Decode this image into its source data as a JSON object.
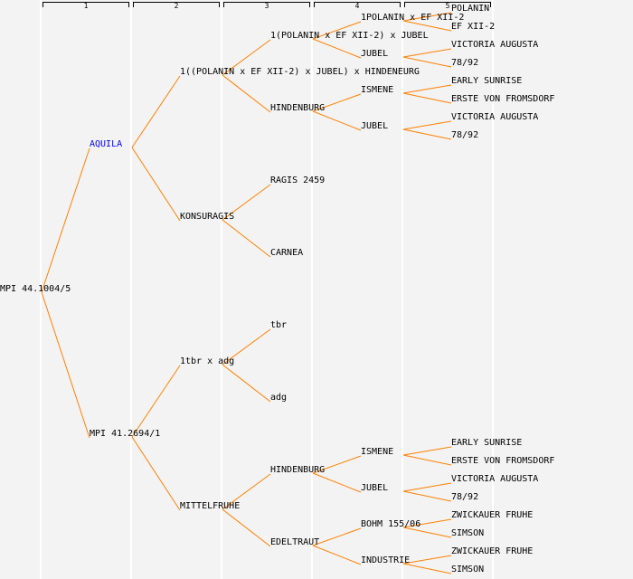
{
  "generations": [
    "1",
    "2",
    "3",
    "4",
    "5"
  ],
  "colors": {
    "line": "#ff8000",
    "link": "#0000ff",
    "background": "#f3f3f3"
  },
  "tree": {
    "label": "MPI 44.1004/5",
    "children": [
      {
        "label": "AQUILA",
        "link": true,
        "children": [
          {
            "label": "1((POLANIN x EF XII-2) x JUBEL) x HINDENEURG",
            "children": [
              {
                "label": "1(POLANIN x EF XII-2) x JUBEL",
                "children": [
                  {
                    "label": "1POLANIN x EF XII-2",
                    "children": [
                      {
                        "label": "POLANIN"
                      },
                      {
                        "label": "EF XII-2"
                      }
                    ]
                  },
                  {
                    "label": "JUBEL",
                    "children": [
                      {
                        "label": "VICTORIA AUGUSTA"
                      },
                      {
                        "label": "78/92"
                      }
                    ]
                  }
                ]
              },
              {
                "label": "HINDENBURG",
                "children": [
                  {
                    "label": "ISMENE",
                    "children": [
                      {
                        "label": "EARLY SUNRISE"
                      },
                      {
                        "label": "ERSTE VON FROMSDORF"
                      }
                    ]
                  },
                  {
                    "label": "JUBEL",
                    "children": [
                      {
                        "label": "VICTORIA AUGUSTA"
                      },
                      {
                        "label": "78/92"
                      }
                    ]
                  }
                ]
              }
            ]
          },
          {
            "label": "KONSURAGIS",
            "children": [
              {
                "label": "RAGIS 2459"
              },
              {
                "label": "CARNEA"
              }
            ]
          }
        ]
      },
      {
        "label": "MPI 41.2694/1",
        "children": [
          {
            "label": "1tbr x adg",
            "children": [
              {
                "label": "tbr"
              },
              {
                "label": "adg"
              }
            ]
          },
          {
            "label": "MITTELFRUHE",
            "children": [
              {
                "label": "HINDENBURG",
                "children": [
                  {
                    "label": "ISMENE",
                    "children": [
                      {
                        "label": "EARLY SUNRISE"
                      },
                      {
                        "label": "ERSTE VON FROMSDORF"
                      }
                    ]
                  },
                  {
                    "label": "JUBEL",
                    "children": [
                      {
                        "label": "VICTORIA AUGUSTA"
                      },
                      {
                        "label": "78/92"
                      }
                    ]
                  }
                ]
              },
              {
                "label": "EDELTRAUT",
                "children": [
                  {
                    "label": "BOHM 155/06",
                    "children": [
                      {
                        "label": "ZWICKAUER FRUHE"
                      },
                      {
                        "label": "SIMSON"
                      }
                    ]
                  },
                  {
                    "label": "INDUSTRIE",
                    "children": [
                      {
                        "label": "ZWICKAUER FRUHE"
                      },
                      {
                        "label": "SIMSON"
                      }
                    ]
                  }
                ]
              }
            ]
          }
        ]
      }
    ]
  }
}
